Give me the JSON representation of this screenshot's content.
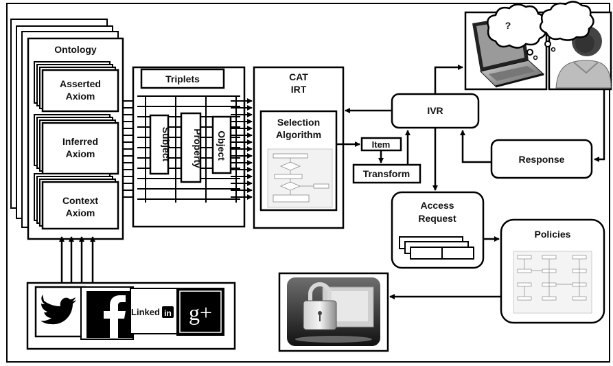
{
  "ontology": {
    "title": "Ontology",
    "asserted": [
      "Asserted",
      "Axiom"
    ],
    "inferred": [
      "Inferred",
      "Axiom"
    ],
    "context": [
      "Context",
      "Axiom"
    ]
  },
  "triplets": {
    "title": "Triplets",
    "subject": "Subject",
    "property": "Property",
    "object": "Object"
  },
  "cat": {
    "title_line1": "CAT",
    "title_line2": "IRT",
    "selection": [
      "Selection",
      "Algorithm"
    ]
  },
  "item": "Item",
  "transform": "Transform",
  "ivr": "IVR",
  "response": "Response",
  "access": [
    "Access",
    "Request"
  ],
  "policies": "Policies",
  "thought": "?",
  "social": {
    "linkedin": "Linked",
    "linkedin_badge": "in",
    "gplus": "g+"
  }
}
